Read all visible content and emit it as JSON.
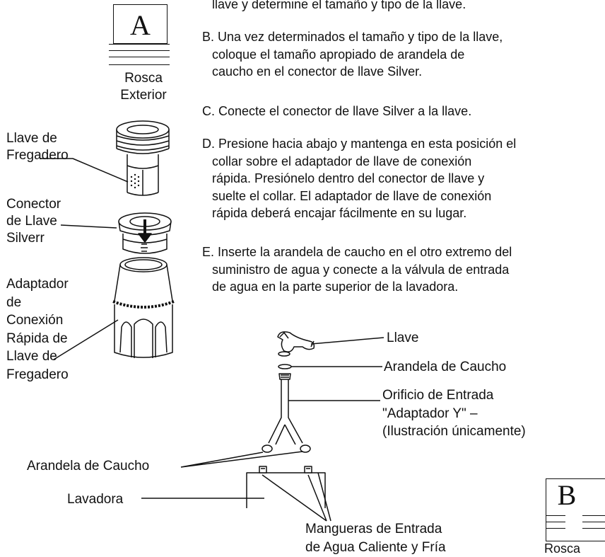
{
  "page": {
    "step_a_tail": "llave y determine el tamaño y tipo de la llave.",
    "steps": [
      {
        "lines": [
          "B. Una vez determinados el tamaño y tipo de la llave,",
          "coloque el tamaño apropiado de arandela de",
          "caucho en el conector de llave Silver."
        ]
      },
      {
        "lines": [
          "C. Conecte el conector de llave Silver a la llave."
        ]
      },
      {
        "lines": [
          "D. Presione hacia abajo y mantenga en esta posición el",
          "collar sobre el adaptador de llave de conexión",
          "rápida. Presiónelo dentro del conector de llave y",
          "suelte el collar. El adaptador de llave de conexión",
          "rápida deberá encajar fácilmente en su lugar."
        ]
      },
      {
        "lines": [
          "E. Inserte la arandela de caucho en el otro extremo del",
          "suministro de agua y conecte a la válvula de entrada",
          "de agua en la parte superior de la lavadora."
        ]
      }
    ]
  },
  "figure_a": {
    "box_letter": "A",
    "box_caption": [
      "Rosca",
      "Exterior"
    ],
    "labels": {
      "faucet": [
        "Llave de",
        "Fregadero"
      ],
      "connector": [
        "Conector",
        "de Llave",
        "Silverr"
      ],
      "adapter": [
        "Adaptador",
        "de",
        "Conexión",
        "Rápida de",
        "Llave de",
        "Fregadero"
      ]
    }
  },
  "figure_b": {
    "box_letter": "B",
    "box_caption": "Rosca",
    "labels": {
      "faucet": "Llave",
      "washer_top": "Arandela de Caucho",
      "inlet": [
        "Orificio de Entrada",
        "\"Adaptador Y\" –",
        "(Ilustración únicamente)"
      ],
      "washer_bottom": "Arandela de Caucho",
      "washer_machine": "Lavadora",
      "hoses": [
        "Mangueras de Entrada",
        "de Agua Caliente y Fría"
      ]
    }
  }
}
